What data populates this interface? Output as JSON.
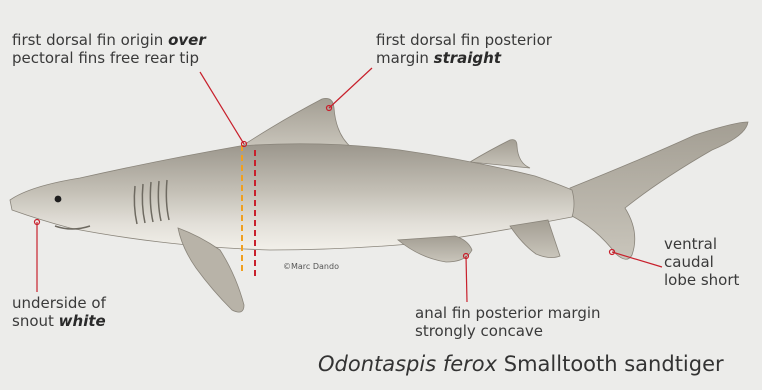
{
  "labels": {
    "first_dorsal_origin": {
      "line1_pre": "first dorsal fin origin ",
      "line1_emph": "over",
      "line2": "pectoral fins free rear tip"
    },
    "first_dorsal_posterior": {
      "line1": "first dorsal fin posterior",
      "line2_pre": "margin ",
      "line2_emph": "straight"
    },
    "snout": {
      "line1": "underside of",
      "line2_pre": "snout ",
      "line2_emph": "white"
    },
    "anal_fin": {
      "line1": "anal fin posterior margin",
      "line2": "strongly concave"
    },
    "caudal": {
      "line1": "ventral",
      "line2": "caudal",
      "line3": "lobe short"
    }
  },
  "credit": "©Marc Dando",
  "species": {
    "scientific": "Odontaspis ferox",
    "common": "Smalltooth sandtiger"
  },
  "colors": {
    "background": "#ececea",
    "pointer": "#c8202c",
    "orange_dash": "#f0a020",
    "red_dash": "#c8202c"
  }
}
